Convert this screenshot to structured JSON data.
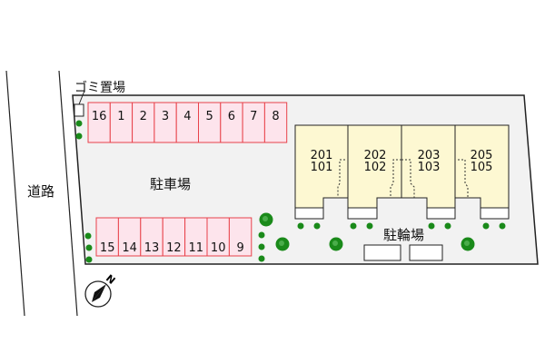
{
  "labels": {
    "road": "道路",
    "parking": "駐車場",
    "bicycle_parking": "駐輪場",
    "garbage": "ゴミ置場"
  },
  "parking_top": [
    "16",
    "1",
    "2",
    "3",
    "4",
    "5",
    "6",
    "7",
    "8"
  ],
  "parking_bottom": [
    "15",
    "14",
    "13",
    "12",
    "11",
    "10",
    "9"
  ],
  "units": [
    {
      "upper": "201",
      "lower": "101"
    },
    {
      "upper": "202",
      "lower": "102"
    },
    {
      "upper": "203",
      "lower": "103"
    },
    {
      "upper": "205",
      "lower": "105"
    }
  ],
  "compass": {
    "label": "N"
  },
  "colors": {
    "parking_fill": "#fde4ec",
    "parking_stroke": "#e8414a",
    "building": "#fdf8d2",
    "lot": "#f2f2f2",
    "tree": "#1a8a1a"
  }
}
